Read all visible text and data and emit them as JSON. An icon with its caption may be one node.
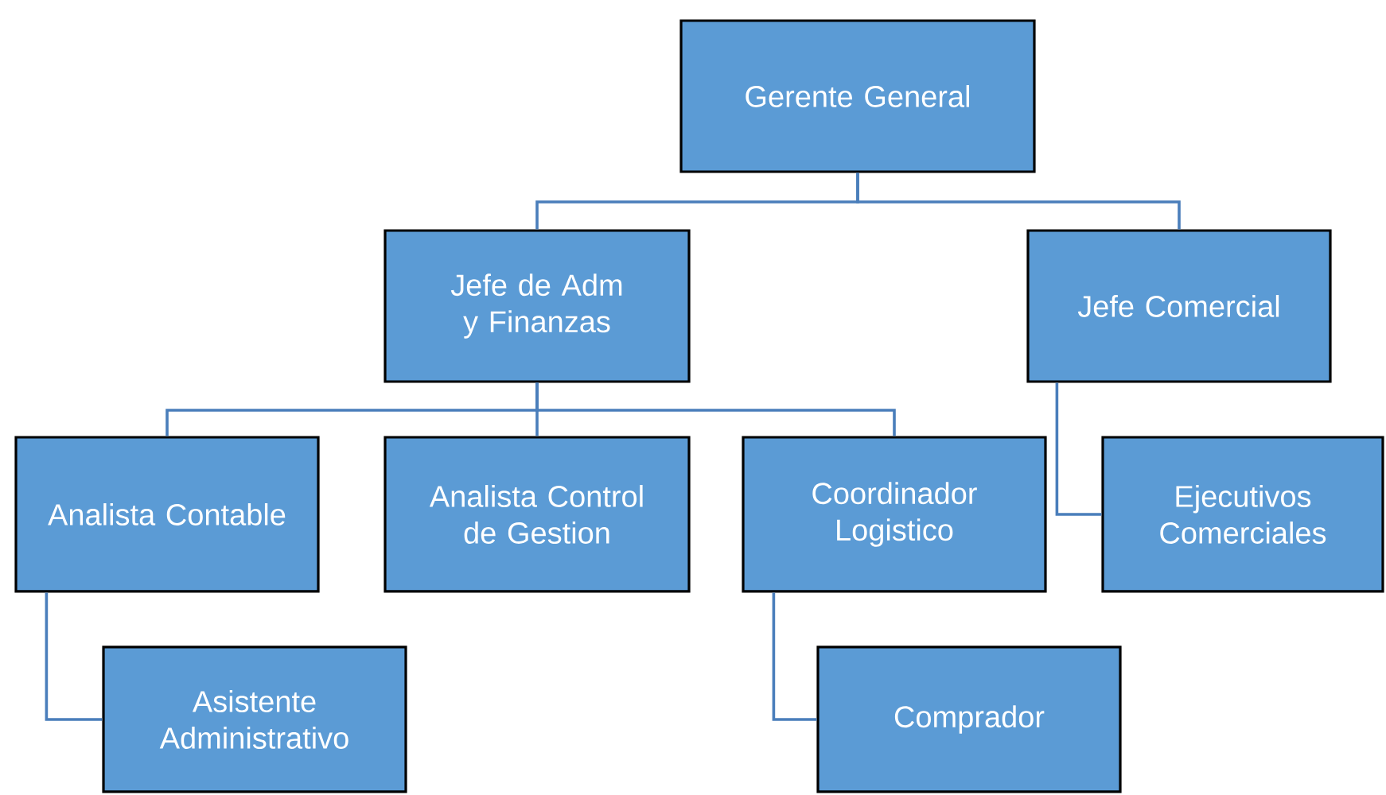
{
  "diagram": {
    "nodes": [
      {
        "text": [
          "Gerente General"
        ]
      },
      {
        "text": [
          "Jefe de Adm y Finanzas"
        ]
      },
      {
        "text": [
          "Jefe Comercial"
        ]
      },
      {
        "text": [
          "Analista Contable"
        ]
      },
      {
        "text": [
          "Analista Control de Gestion"
        ]
      },
      {
        "text": [
          "Coordinador Logistico"
        ]
      },
      {
        "text": [
          "Ejecutivos Comerciales"
        ]
      },
      {
        "text": [
          "Asistente Administrativo"
        ]
      },
      {
        "text": [
          "Comprador"
        ]
      }
    ],
    "edges": [
      {
        "from": 0,
        "to": 1,
        "arrow": "none"
      },
      {
        "from": 0,
        "to": 2,
        "arrow": "none"
      },
      {
        "from": 1,
        "to": 3,
        "arrow": "none"
      },
      {
        "from": 1,
        "to": 4,
        "arrow": "none"
      },
      {
        "from": 1,
        "to": 5,
        "arrow": "none"
      },
      {
        "from": 2,
        "to": 6,
        "arrow": "none"
      },
      {
        "from": 3,
        "to": 7,
        "arrow": "none"
      },
      {
        "from": 5,
        "to": 8,
        "arrow": "none"
      }
    ]
  }
}
